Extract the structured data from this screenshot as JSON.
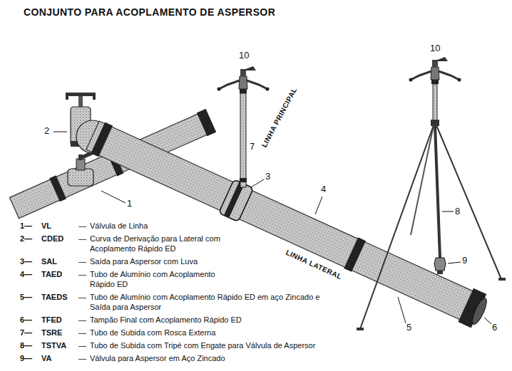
{
  "diagram": {
    "title": "CONJUNTO PARA ACOPLAMENTO DE ASPERSOR",
    "labels": [
      "10",
      "10",
      "2",
      "LINHA PRINCIPAL",
      "7",
      "3",
      "4",
      "1",
      "LINHA LATERAL",
      "8",
      "9",
      "5",
      "6",
      "1—",
      "VL",
      "—",
      "Válvula de Linha",
      "2—",
      "CDED",
      "—",
      "Curva de Derivação para Lateral com Acoplamento Rápido ED",
      "3—",
      "SAL",
      "—",
      "Saída para Aspersor com Luva",
      "4—",
      "TAED",
      "—",
      "Tubo de Alumínio com Acoplamento Rápido ED",
      "5—",
      "TAEDS",
      "—",
      "Tubo de Alumínio com Acoplamento Rápido ED em aço Zincado e Saída para Aspersor",
      "6—",
      "TFED",
      "—",
      "Tampão Final com Acoplamento Rápido ED",
      "7—",
      "TSRE",
      "—",
      "Tubo de Subida com Rosca Externa",
      "8—",
      "TSTVA",
      "—",
      "Tubo de Subida com Tripé com Engate para Válvula de Aspersor",
      "9—",
      "VA",
      "—",
      "Válvula para Aspersor em Aço Zincado"
    ]
  }
}
